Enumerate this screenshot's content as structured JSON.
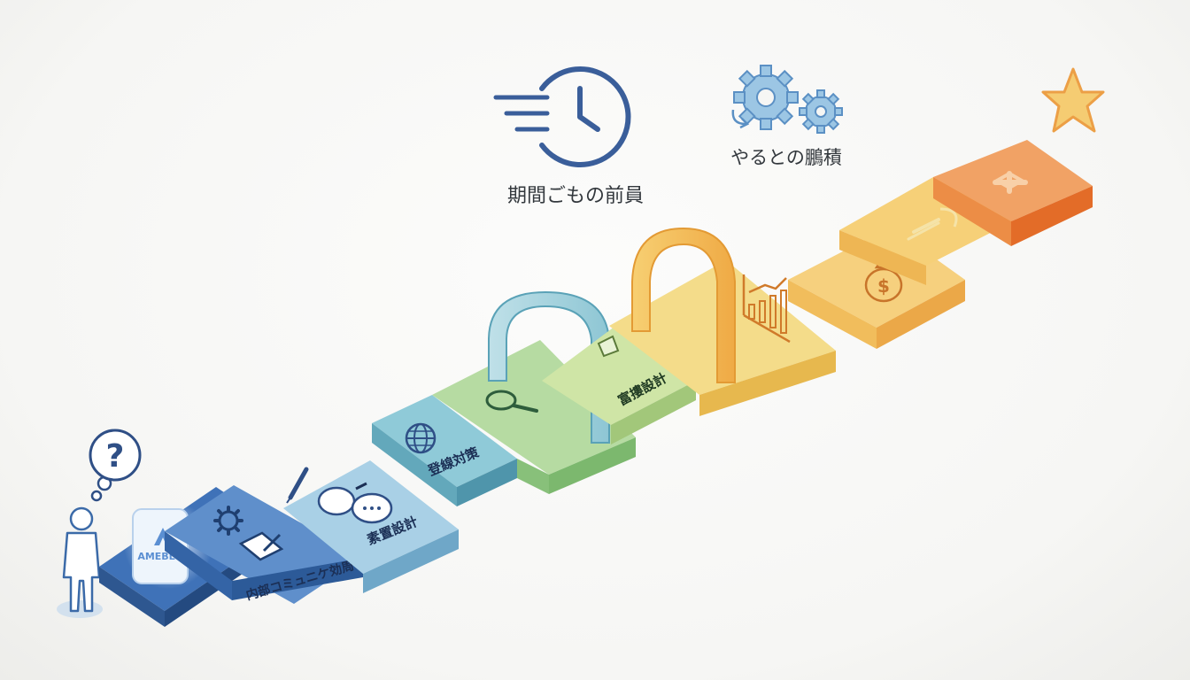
{
  "header": {
    "clock_caption": "期間ごもの前員",
    "gears_caption": "やるとの鵬積"
  },
  "start_tile": {
    "logo_text": "AMEBLO"
  },
  "steps": [
    {
      "id": "internal",
      "label": "内部コミュニケ効周",
      "icon": "gear-icon",
      "color": "#3f72b8"
    },
    {
      "id": "design",
      "label": "素置設計",
      "icon": "chat-bubbles-icon",
      "color": "#8cbfd8"
    },
    {
      "id": "measures",
      "label": "登線対策",
      "icon": "globe-icon",
      "color": "#7fc0d0"
    },
    {
      "id": "search",
      "label": "",
      "icon": "magnifier-icon",
      "color": "#a8d39a"
    },
    {
      "id": "strategy",
      "label": "富摟設計",
      "icon": "megaphone-icon",
      "color": "#c6dd93"
    },
    {
      "id": "growth",
      "label": "",
      "icon": "bar-chart-icon",
      "color": "#f3d06b"
    },
    {
      "id": "revenue",
      "label": "",
      "icon": "money-bag-icon",
      "color": "#f5c36b"
    },
    {
      "id": "speed",
      "label": "",
      "icon": "speed-icon",
      "color": "#f2c56a"
    },
    {
      "id": "goal",
      "label": "",
      "icon": "plus-icon",
      "color": "#f0a060"
    }
  ],
  "colors": {
    "blue": "#3f72b8",
    "navy_icon": "#35589a",
    "green": "#8cc68a",
    "orange": "#ec7a3a",
    "star": "#f5c66a"
  }
}
